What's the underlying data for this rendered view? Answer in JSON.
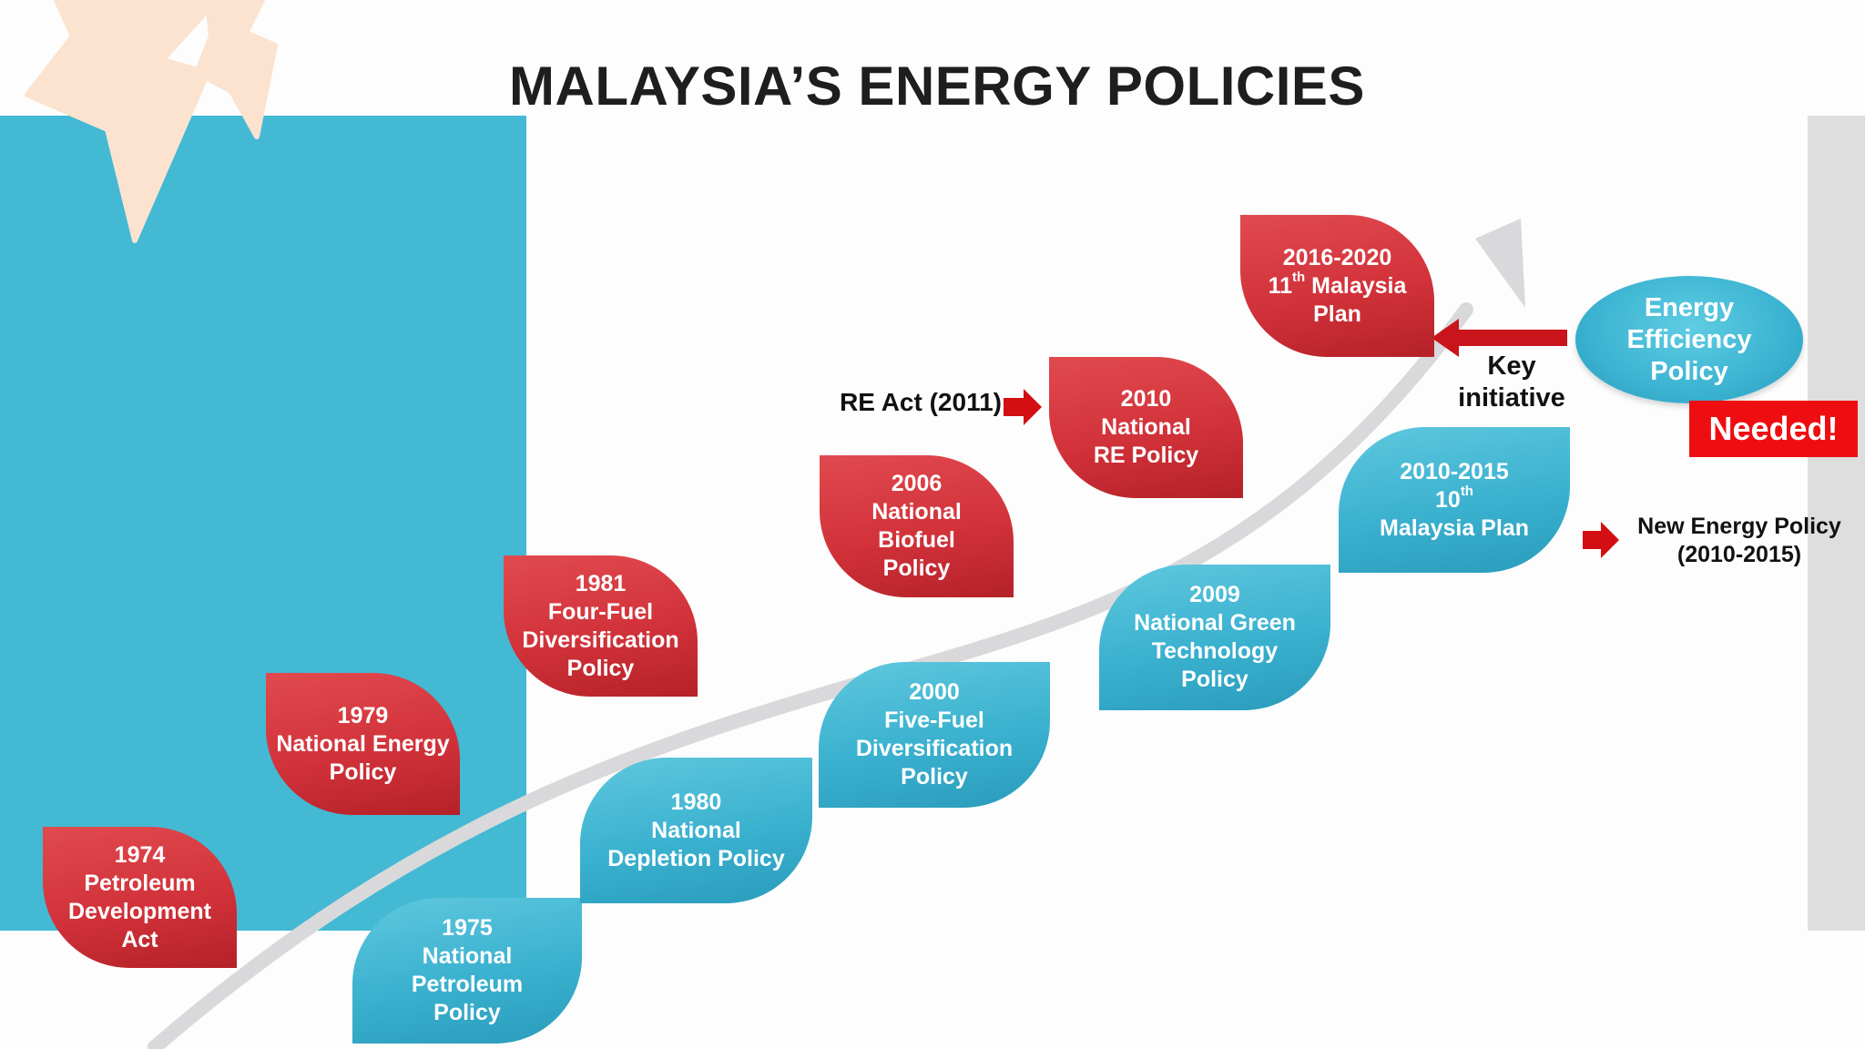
{
  "title": "MALAYSIA’S ENERGY POLICIES",
  "colors": {
    "red": "#d2323a",
    "blue": "#3ab1cf",
    "panel": "#43b9d4",
    "needed": "#ee0e12",
    "arrow": "#d9d9db"
  },
  "policies": [
    {
      "id": "p1974",
      "l1": "1974",
      "l2": "Petroleum",
      "l3": "Development",
      "l4": "Act",
      "kind": "red"
    },
    {
      "id": "p1975",
      "l1": "1975",
      "l2": "National",
      "l3": "Petroleum",
      "l4": "Policy",
      "kind": "blue"
    },
    {
      "id": "p1979",
      "l1": "1979",
      "l2": "National Energy",
      "l3": "Policy",
      "kind": "red"
    },
    {
      "id": "p1980",
      "l1": "1980",
      "l2": "National",
      "l3": "Depletion Policy",
      "kind": "blue"
    },
    {
      "id": "p1981",
      "l1": "1981",
      "l2": "Four-Fuel",
      "l3": "Diversification",
      "l4": "Policy",
      "kind": "red"
    },
    {
      "id": "p2000",
      "l1": "2000",
      "l2": "Five-Fuel",
      "l3": "Diversification",
      "l4": "Policy",
      "kind": "blue"
    },
    {
      "id": "p2006",
      "l1": "2006",
      "l2": "National",
      "l3": "Biofuel",
      "l4": "Policy",
      "kind": "red"
    },
    {
      "id": "p2009",
      "l1": "2009",
      "l2": "National Green",
      "l3": "Technology",
      "l4": "Policy",
      "kind": "blue"
    },
    {
      "id": "p2010",
      "l1": "2010",
      "l2": "National",
      "l3": "RE Policy",
      "kind": "red"
    },
    {
      "id": "p2010_2015",
      "l1": "2010-2015",
      "l2_base": "10",
      "l2_sup": "th",
      "l3": "Malaysia Plan",
      "kind": "blue"
    },
    {
      "id": "p2016_2020",
      "l1": "2016-2020",
      "l2_base": "11",
      "l2_sup": "th",
      "l2_rest": " Malaysia",
      "l3": "Plan",
      "kind": "red"
    }
  ],
  "re_act": "RE Act (2011)",
  "key_initiative": {
    "l1": "Key",
    "l2": "initiative"
  },
  "energy_efficiency": {
    "l1": "Energy",
    "l2": "Efficiency",
    "l3": "Policy"
  },
  "needed": "Needed!",
  "new_energy_policy": {
    "l1": "New Energy Policy",
    "l2": "(2010-2015)"
  },
  "icons": [
    "lightning-bolt-icon",
    "growth-arrow-icon",
    "red-arrow-icon"
  ]
}
